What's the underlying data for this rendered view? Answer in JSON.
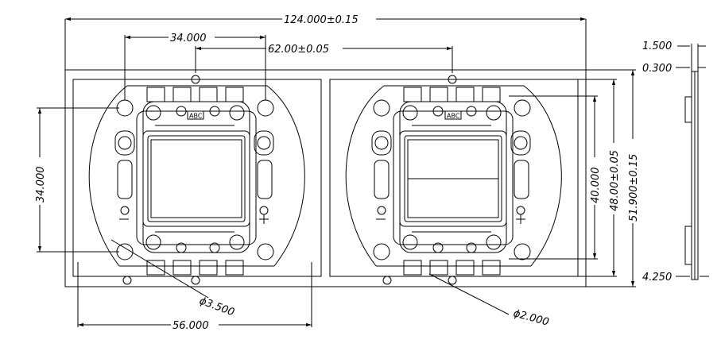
{
  "dimensions": {
    "overall_length": "124.000±0.15",
    "hole_span": "34.000",
    "center_spacing": "62.00±0.05",
    "vertical_hole_span": "34.000",
    "inner_height": "40.000",
    "pcb_height": "48.00±0.05",
    "overall_height": "51.900±0.15",
    "side_top_offset": "1.500",
    "side_thickness": "0.300",
    "side_total_thickness": "4.250",
    "mount_hole_diameter": "ϕ3.500",
    "small_hole_diameter": "ϕ2.000",
    "module_width": "56.000"
  },
  "markings": {
    "left_label": "ABC",
    "right_label": "ABC",
    "minus_sign": "−",
    "plus_sign": "+"
  }
}
